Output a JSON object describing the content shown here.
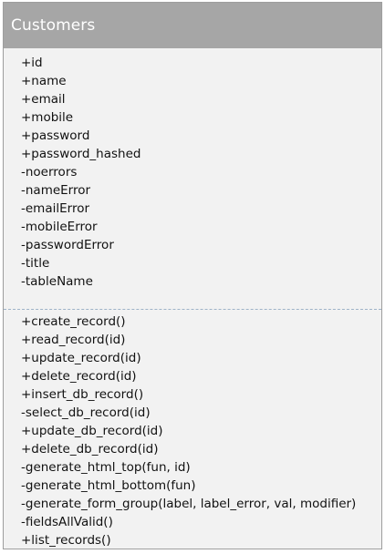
{
  "class_name": "Customers",
  "attributes": [
    "+id",
    "+name",
    "+email",
    "+mobile",
    "+password",
    "+password_hashed",
    "-noerrors",
    "-nameError",
    "-emailError",
    "-mobileError",
    "-passwordError",
    "-title",
    "-tableName"
  ],
  "methods": [
    "+create_record()",
    "+read_record(id)",
    "+update_record(id)",
    "+delete_record(id)",
    "+insert_db_record()",
    "-select_db_record(id)",
    "+update_db_record(id)",
    "+delete_db_record(id)",
    "-generate_html_top(fun, id)",
    "-generate_html_bottom(fun)",
    "-generate_form_group(label, label_error, val, modifier)",
    "-fieldsAllValid()",
    "+list_records()"
  ]
}
